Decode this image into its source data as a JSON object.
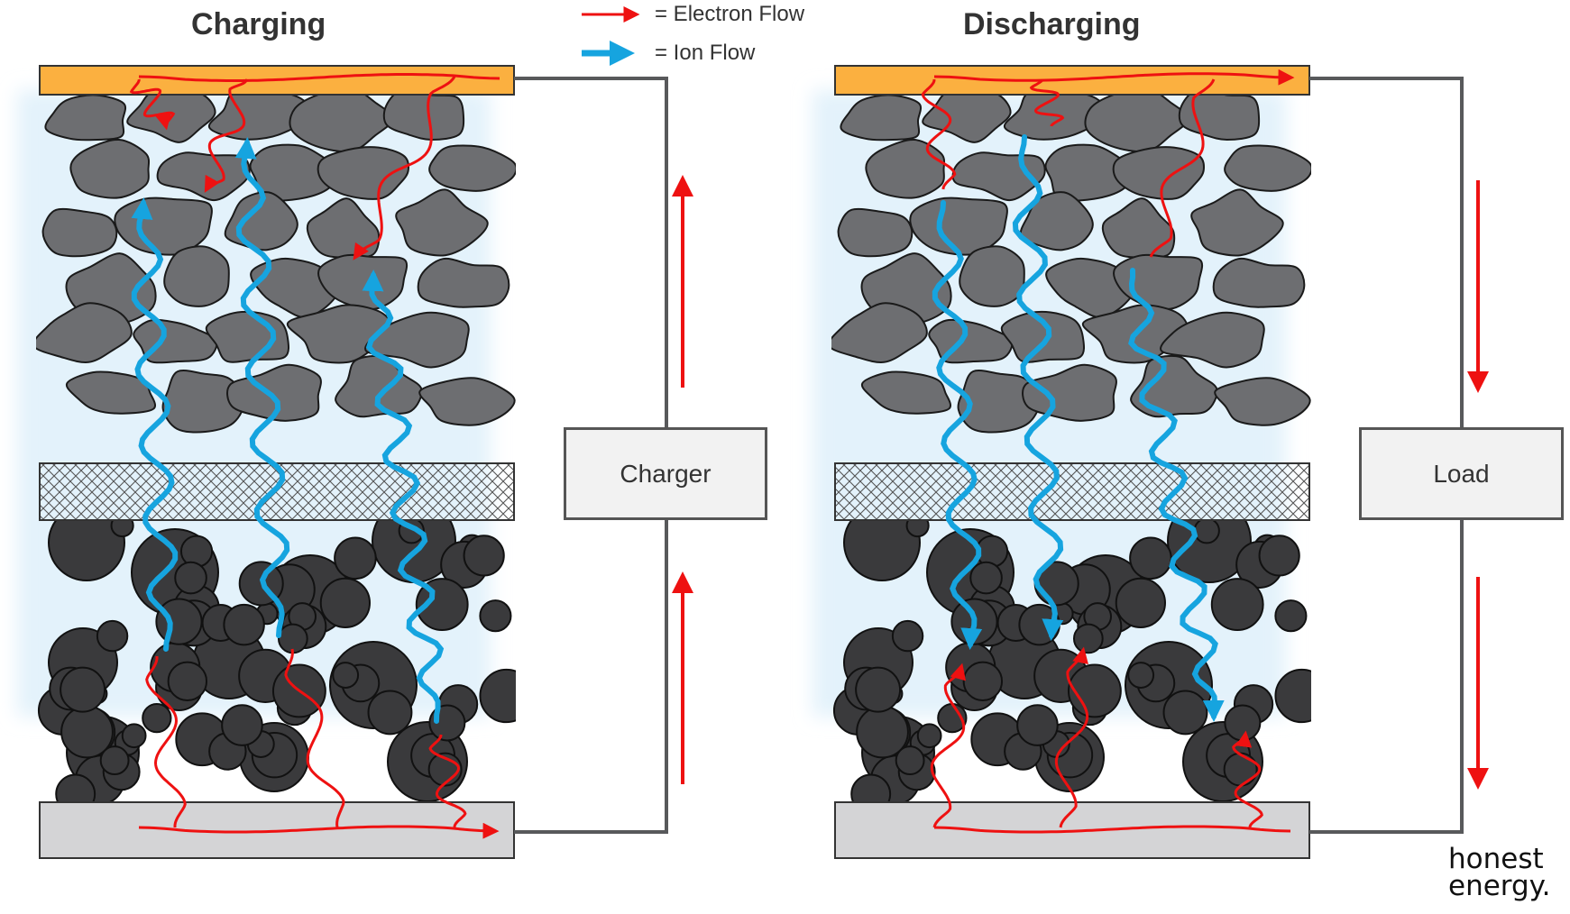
{
  "titles": {
    "charging": "Charging",
    "discharging": "Discharging"
  },
  "legend": {
    "electron": "= Electron Flow",
    "ion": "= Ion Flow"
  },
  "boxes": {
    "charger": "Charger",
    "load": "Load"
  },
  "brand": {
    "line1": "honest",
    "line2": "energy."
  },
  "colors": {
    "electron": "#ee1111",
    "ion": "#16a4df",
    "current_collector_top": "#fbb040",
    "current_collector_bottom": "#d4d4d6",
    "electrolyte": "#e3f2fb",
    "upper_particles": "#6d6e71",
    "lower_particles": "#3a3a3c",
    "wire": "#58595b"
  },
  "icons": {
    "electron_legend": "red-arrow-icon",
    "ion_legend": "blue-arrow-icon"
  }
}
